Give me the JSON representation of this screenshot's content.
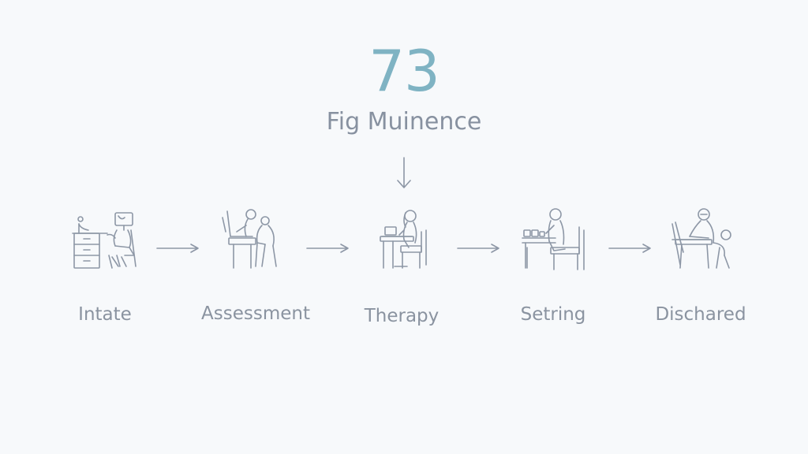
{
  "header": {
    "stat_value": "73",
    "stat_caption": "Fig Muinence"
  },
  "steps": [
    {
      "label": "Intate"
    },
    {
      "label": "Assessment"
    },
    {
      "label": "Therapy"
    },
    {
      "label": "Setring"
    },
    {
      "label": "Dischared"
    }
  ],
  "colors": {
    "accent": "#7fb3c3",
    "line": "#8d97a6",
    "text": "#8a93a0",
    "background": "#f7f9fb"
  }
}
